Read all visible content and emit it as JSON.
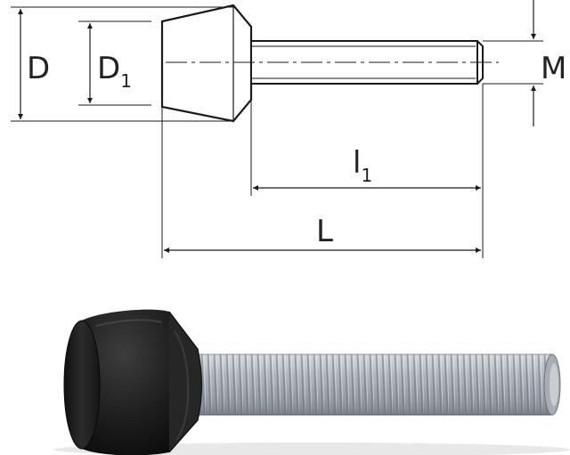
{
  "drawing": {
    "labels": {
      "head_diameter": "D",
      "head_inner_diameter_main": "D",
      "head_inner_diameter_sub": "1",
      "thread_size": "M",
      "thread_length_main": "l",
      "thread_length_sub": "1",
      "overall_length": "L"
    }
  },
  "colors": {
    "line": "#1a1a1a",
    "rubber": "#1c1c1c",
    "steel": "#b8bec6"
  }
}
